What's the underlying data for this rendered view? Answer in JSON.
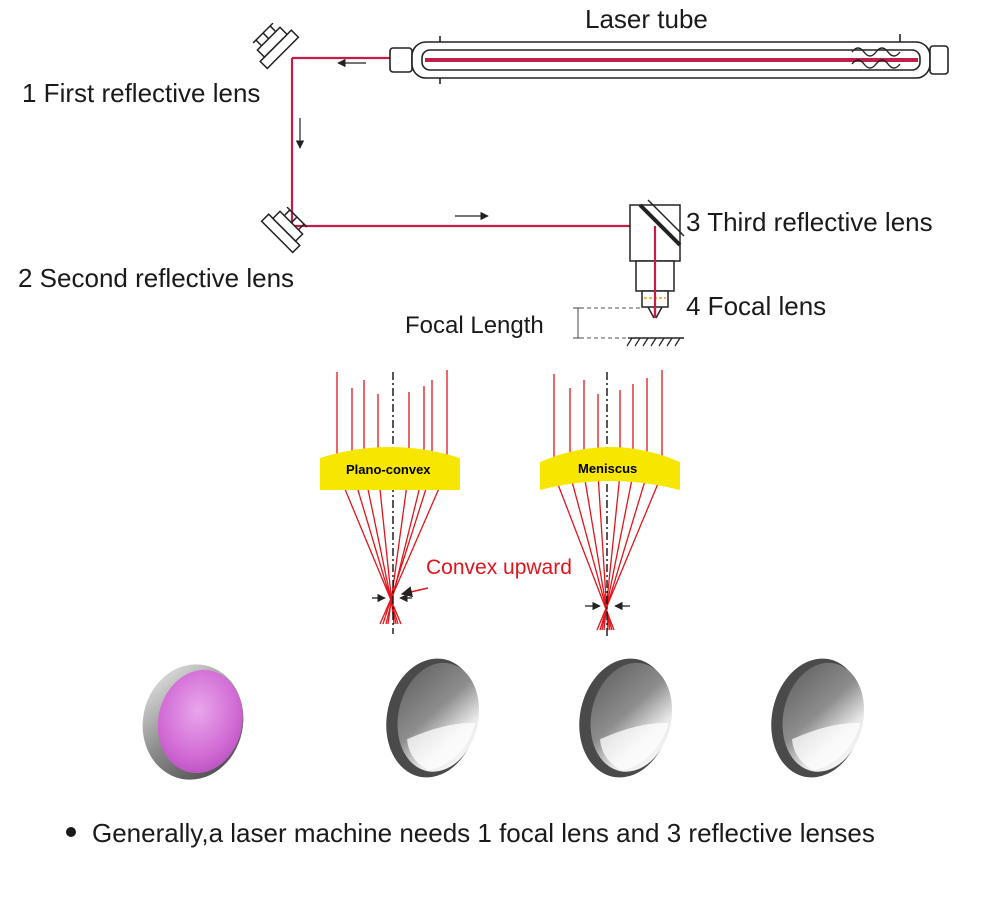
{
  "labels": {
    "laser_tube": "Laser tube",
    "first_lens": "1 First reflective lens",
    "second_lens": "2 Second reflective lens",
    "third_lens": "3 Third reflective lens",
    "focal_lens": "4 Focal lens",
    "focal_length": "Focal Length",
    "plano_convex": "Plano-convex",
    "meniscus": "Meniscus",
    "convex_upward": "Convex upward"
  },
  "note": "Generally,a laser machine needs 1 focal lens and 3 reflective lenses",
  "colors": {
    "beam": "#c21e4a",
    "ray": "#e0151b",
    "lens_fill": "#f7e600",
    "focal_lens_photo": "#d76fd6",
    "mirror_photo": "#b9b9b9"
  },
  "icons": [
    "mirror-mount-icon",
    "laser-tube-icon",
    "laser-head-icon",
    "arrow-icon"
  ]
}
